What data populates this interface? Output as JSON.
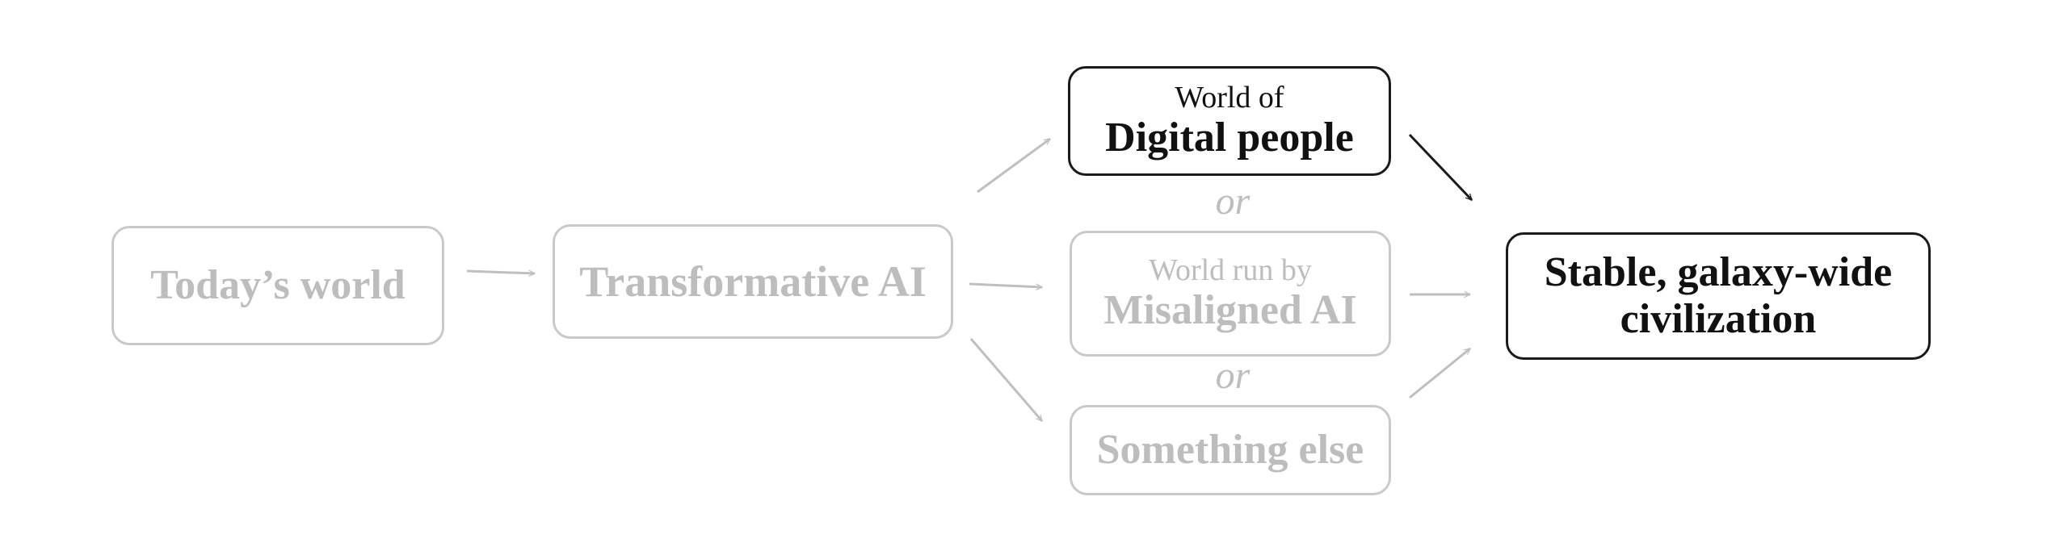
{
  "nodes": {
    "today": {
      "main": "Today’s world"
    },
    "transformative": {
      "main": "Transformative AI"
    },
    "digital": {
      "sub": "World of",
      "main": "Digital people"
    },
    "misaligned": {
      "sub": "World run by",
      "main": "Misaligned AI"
    },
    "something": {
      "main": "Something else"
    },
    "stable": {
      "line1": "Stable, galaxy-wide",
      "line2": "civilization"
    }
  },
  "connectors": {
    "or_upper": "or",
    "or_lower": "or"
  },
  "colors": {
    "muted_text": "#bdbdbd",
    "muted_border": "#c9c9c9",
    "active": "#111111"
  }
}
